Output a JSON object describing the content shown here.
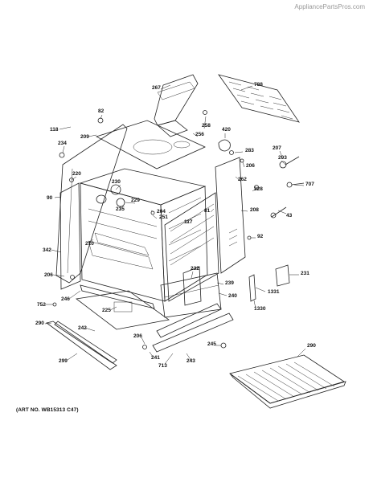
{
  "watermark": "AppliancePartsPros.com",
  "art_number": "(ART NO. WB15313 C47)",
  "callouts": [
    "788",
    "267",
    "82",
    "258",
    "256",
    "420",
    "118",
    "209",
    "234",
    "283",
    "207",
    "203",
    "206",
    "220",
    "230",
    "262",
    "228",
    "707",
    "90",
    "229",
    "235",
    "204",
    "251",
    "117",
    "81",
    "208",
    "43",
    "210",
    "92",
    "342",
    "232",
    "231",
    "206",
    "239",
    "1331",
    "752",
    "246",
    "240",
    "225",
    "1330",
    "290",
    "242",
    "206",
    "299",
    "241",
    "713",
    "243",
    "245",
    "290"
  ]
}
